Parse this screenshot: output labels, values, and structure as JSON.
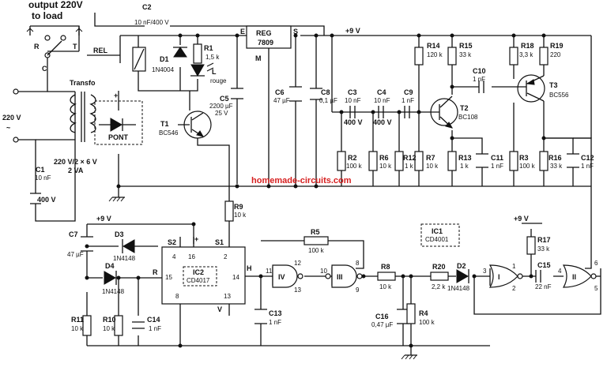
{
  "labels": {
    "output_title_1": "output 220V",
    "output_title_2": "to load",
    "c2": "C2",
    "c2_val": "10 nF/400 V",
    "r": "R",
    "t": "T",
    "c": "C",
    "rel": "REL",
    "transfo": "Transfo",
    "v220": "220 V",
    "ac": "~",
    "pont": "PONT",
    "plus": "+",
    "transfo_rating": "220 V/2 × 6 V",
    "transfo_va": "2 VA",
    "c1": "C1",
    "c1_val": "10 nF",
    "c1_volt": "400 V",
    "d1": "D1",
    "d1_part": "1N4004",
    "r1": "R1",
    "r1_val": "1,5 k",
    "led": "L",
    "led_color": "rouge",
    "t1": "T1",
    "t1_part": "BC546",
    "c5": "C5",
    "c5_val": "2200 µF",
    "c5_volt": "25 V",
    "e": "E",
    "s": "S",
    "reg": "REG",
    "reg_part": "7809",
    "m": "M",
    "plus9v": "+9 V",
    "c6": "C6",
    "c6_val": "47 µF",
    "c8": "C8",
    "c8_val": "0,1 µF",
    "c3": "C3",
    "c3_val": "10 nF",
    "c3_volt": "400 V",
    "c4": "C4",
    "c4_val": "10 nF",
    "c4_volt": "400 V",
    "c9": "C9",
    "c9_val": "1 nF",
    "r14": "R14",
    "r14_val": "120 k",
    "r15": "R15",
    "r15_val": "33 k",
    "c10": "C10",
    "c10_val": "1 nF",
    "r18": "R18",
    "r18_val": "3,3 k",
    "r19": "R19",
    "r19_val": "220",
    "t3": "T3",
    "t3_part": "BC556",
    "t2": "T2",
    "t2_part": "BC108",
    "r2": "R2",
    "r2_val": "100 k",
    "r6": "R6",
    "r6_val": "10 k",
    "r12": "R12",
    "r12_val": "1 k",
    "r7": "R7",
    "r7_val": "10 k",
    "r13": "R13",
    "r13_val": "1 k",
    "c11": "C11",
    "c11_val": "1 nF",
    "r3": "R3",
    "r3_val": "100 k",
    "r16": "R16",
    "r16_val": "33 k",
    "c12": "C12",
    "c12_val": "1 nF",
    "watermark": "homemade-circuits.com",
    "r9": "R9",
    "r9_val": "10 k",
    "c7": "C7",
    "c7_val": "47 µF",
    "d3": "D3",
    "d3_part": "1N4148",
    "d4": "D4",
    "d4_part": "1N4148",
    "r_pin": "R",
    "s2": "S2",
    "s1": "S1",
    "pin1": "1",
    "pin2": "2",
    "pin3": "3",
    "pin4": "4",
    "pin5": "5",
    "pin6": "6",
    "pin8": "8",
    "pin9": "9",
    "pin10": "10",
    "pin11": "11",
    "pin12": "12",
    "pin13": "13",
    "pin14": "14",
    "pin15": "15",
    "pin16": "16",
    "v": "V",
    "h": "H",
    "ic2": "IC2",
    "ic2_part": "CD4017",
    "r11": "R11",
    "r11_val": "10 k",
    "r10": "R10",
    "r10_val": "10 k",
    "c14": "C14",
    "c14_val": "1 nF",
    "c13": "C13",
    "c13_val": "1 nF",
    "r5": "R5",
    "r5_val": "100 k",
    "gate_iv": "IV",
    "gate_iii": "III",
    "gate_i": "I",
    "gate_ii": "II",
    "r8": "R8",
    "r8_val": "10 k",
    "r20": "R20",
    "r20_val": "2,2 k",
    "d2": "D2",
    "d2_part": "1N4148",
    "c16": "C16",
    "c16_val": "0,47 µF",
    "r4": "R4",
    "r4_val": "100 k",
    "ic1": "IC1",
    "ic1_part": "CD4001",
    "r17": "R17",
    "r17_val": "33 k",
    "c15": "C15",
    "c15_val": "22 nF"
  }
}
